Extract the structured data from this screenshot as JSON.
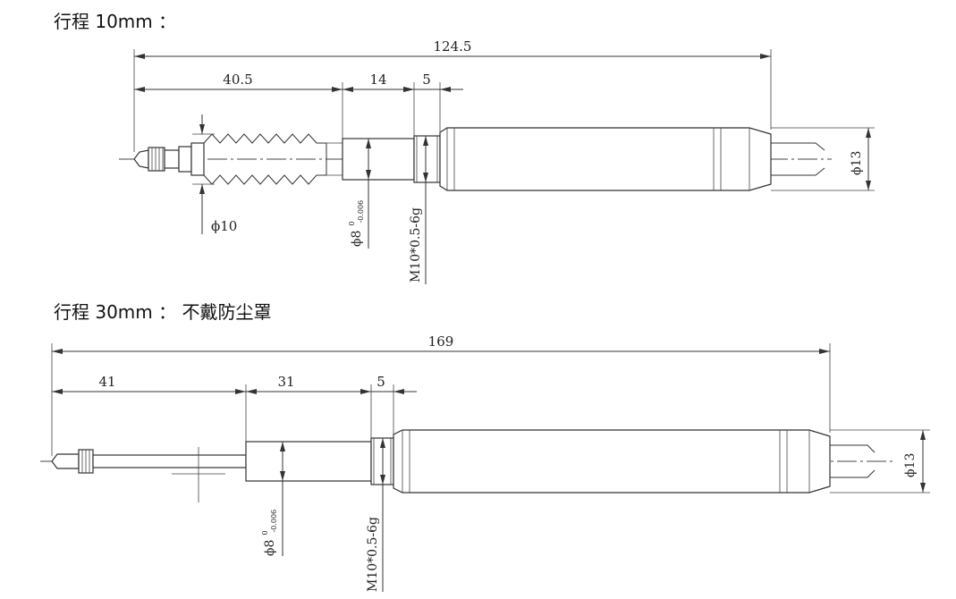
{
  "drawing_1": {
    "heading": "行程 10mm ：",
    "dims": {
      "overall": "124.5",
      "probe": "40.5",
      "sleeve": "14",
      "thread_len": "5",
      "boot_dia": "ϕ10",
      "sleeve_dia": "ϕ8",
      "sleeve_tol_upper": "0",
      "sleeve_tol_lower": "-0.006",
      "thread": "M10*0.5-6g",
      "body_dia": "ϕ13"
    }
  },
  "drawing_2": {
    "heading": "行程 30mm ： 不戴防尘罩",
    "dims": {
      "overall": "169",
      "probe": "41",
      "sleeve": "31",
      "thread_len": "5",
      "sleeve_dia": "ϕ8",
      "sleeve_tol_upper": "0",
      "sleeve_tol_lower": "-0.006",
      "thread": "M10*0.5-6g",
      "body_dia": "ϕ13"
    }
  }
}
